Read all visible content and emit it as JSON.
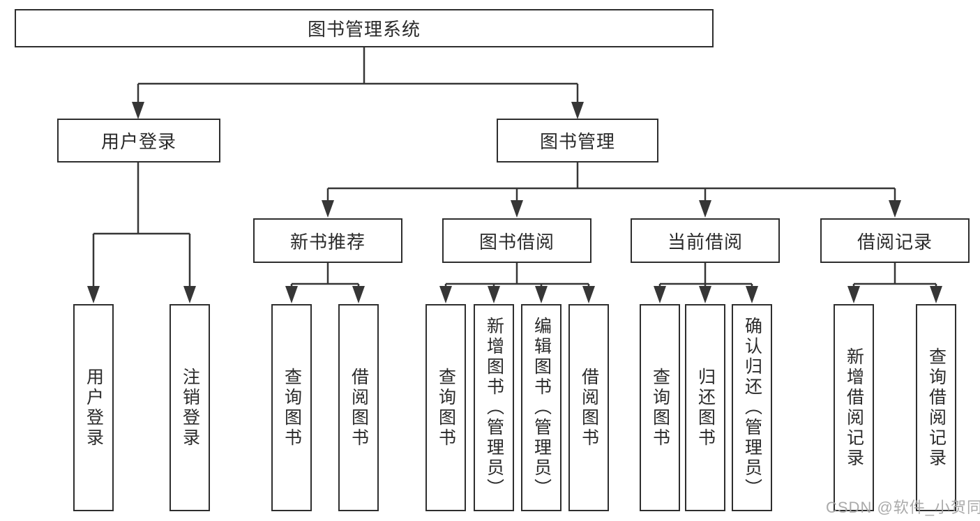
{
  "diagram_type": "hierarchy-tree",
  "tree": {
    "label": "图书管理系统",
    "children": [
      {
        "label": "用户登录",
        "children": [
          {
            "label": "用户登录"
          },
          {
            "label": "注销登录"
          }
        ]
      },
      {
        "label": "图书管理",
        "children": [
          {
            "label": "新书推荐",
            "children": [
              {
                "label": "查询图书"
              },
              {
                "label": "借阅图书"
              }
            ]
          },
          {
            "label": "图书借阅",
            "children": [
              {
                "label": "查询图书"
              },
              {
                "label": "新增图书（管理员）"
              },
              {
                "label": "编辑图书（管理员）"
              },
              {
                "label": "借阅图书"
              }
            ]
          },
          {
            "label": "当前借阅",
            "children": [
              {
                "label": "查询图书"
              },
              {
                "label": "归还图书"
              },
              {
                "label": "确认归还（管理员）"
              }
            ]
          },
          {
            "label": "借阅记录",
            "children": [
              {
                "label": "新增借阅记录"
              },
              {
                "label": "查询借阅记录"
              }
            ]
          }
        ]
      }
    ]
  },
  "watermark": {
    "text": "CSDN @软件_小贺同学"
  },
  "colors": {
    "background": "#ffffff",
    "box_border": "#2e2e2e",
    "line": "#363636",
    "text": "#2a2a2a",
    "watermark": "#a3a3a3"
  }
}
